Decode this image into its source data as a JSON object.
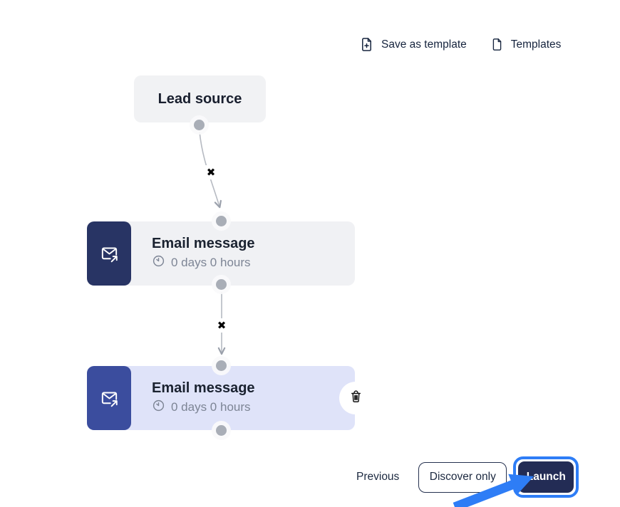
{
  "header": {
    "buttons": [
      {
        "label": "Save as template",
        "icon": "file-plus-icon"
      },
      {
        "label": "Templates",
        "icon": "file-icon"
      }
    ]
  },
  "workflow": {
    "nodes": [
      {
        "type": "lead_source",
        "label": "Lead source"
      },
      {
        "type": "email",
        "title": "Email message",
        "delay": "0 days 0 hours",
        "icon": "send-email-icon",
        "delay_icon": "clock-icon",
        "selected": false
      },
      {
        "type": "email",
        "title": "Email message",
        "delay": "0 days 0 hours",
        "icon": "send-email-icon",
        "delay_icon": "clock-icon",
        "selected": true,
        "action_icon": "trash-icon"
      }
    ],
    "connectors": [
      {
        "from": "lead_source",
        "to": "email_1",
        "blocker_glyph": "✖",
        "shape": "curved-arrow"
      },
      {
        "from": "email_1",
        "to": "email_2",
        "blocker_glyph": "✖",
        "shape": "straight-arrow"
      }
    ]
  },
  "footer": {
    "previous_label": "Previous",
    "discover_only_label": "Discover only",
    "launch_label": "Launch"
  },
  "annotation": {
    "type": "highlight-ring-and-arrow",
    "target": "launch-button",
    "color": "#2e7df6"
  },
  "colors": {
    "canvas_bg": "#ffffff",
    "node_gray": "#f0f1f4",
    "node_selected_lavender": "#dfe3f9",
    "icon_navy": "#283464",
    "icon_indigo": "#3b4d9e",
    "connector_gray": "#b2b6bf",
    "dot_gray": "#a9aeb7",
    "text_dark": "#1a2230",
    "text_muted": "#7d8595",
    "launch_navy": "#232c55",
    "annotation_blue": "#2e7df6"
  }
}
